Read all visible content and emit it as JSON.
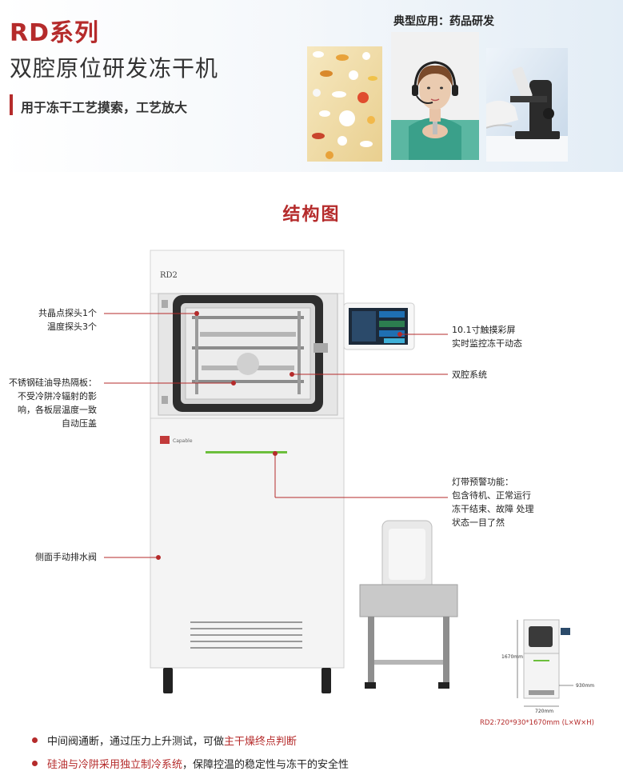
{
  "header": {
    "series_title": "RD系列",
    "product_name": "双腔原位研发冻干机",
    "slogan": "用于冻干工艺摸索，工艺放大",
    "application_label": "典型应用：药品研发"
  },
  "section_title": "结构图",
  "machine": {
    "model_label": "RD2",
    "brand_label": "Capable",
    "screen_caption": "10.1寸触摸彩屏"
  },
  "callouts": {
    "probes_line1": "共晶点探头1个",
    "probes_line2": "温度探头3个",
    "shelf_line1": "不锈钢硅油导热隔板：",
    "shelf_line2": "不受冷阱冷辐射的影",
    "shelf_line3": "响，各板层温度一致",
    "shelf_line4": "自动压盖",
    "drain_valve": "侧面手动排水阀",
    "screen_line1": "10.1寸触摸彩屏",
    "screen_line2": "实时监控冻干动态",
    "dual_chamber": "双腔系统",
    "light_line1": "灯带预警功能：",
    "light_line2": "包含待机、正常运行",
    "light_line3": "冻干结束、故障 处理",
    "light_line4": "状态一目了然"
  },
  "dimensions": {
    "height_label": "1670mm",
    "depth_label": "930mm",
    "width_label": "720mm",
    "caption": "RD2:720*930*1670mm (L×W×H)"
  },
  "bullets": {
    "b1_pre": "中间阀通断，通过压力上升测试，可做",
    "b1_hl": "主干燥终点判断",
    "b2_hl": "硅油与冷阱采用独立制冷系统",
    "b2_post": "，保障控温的稳定性与冻干的安全性"
  },
  "colors": {
    "accent": "#b52b2b",
    "indicator_green": "#6cbf3c",
    "screen_blue": "#1f6fb2"
  }
}
